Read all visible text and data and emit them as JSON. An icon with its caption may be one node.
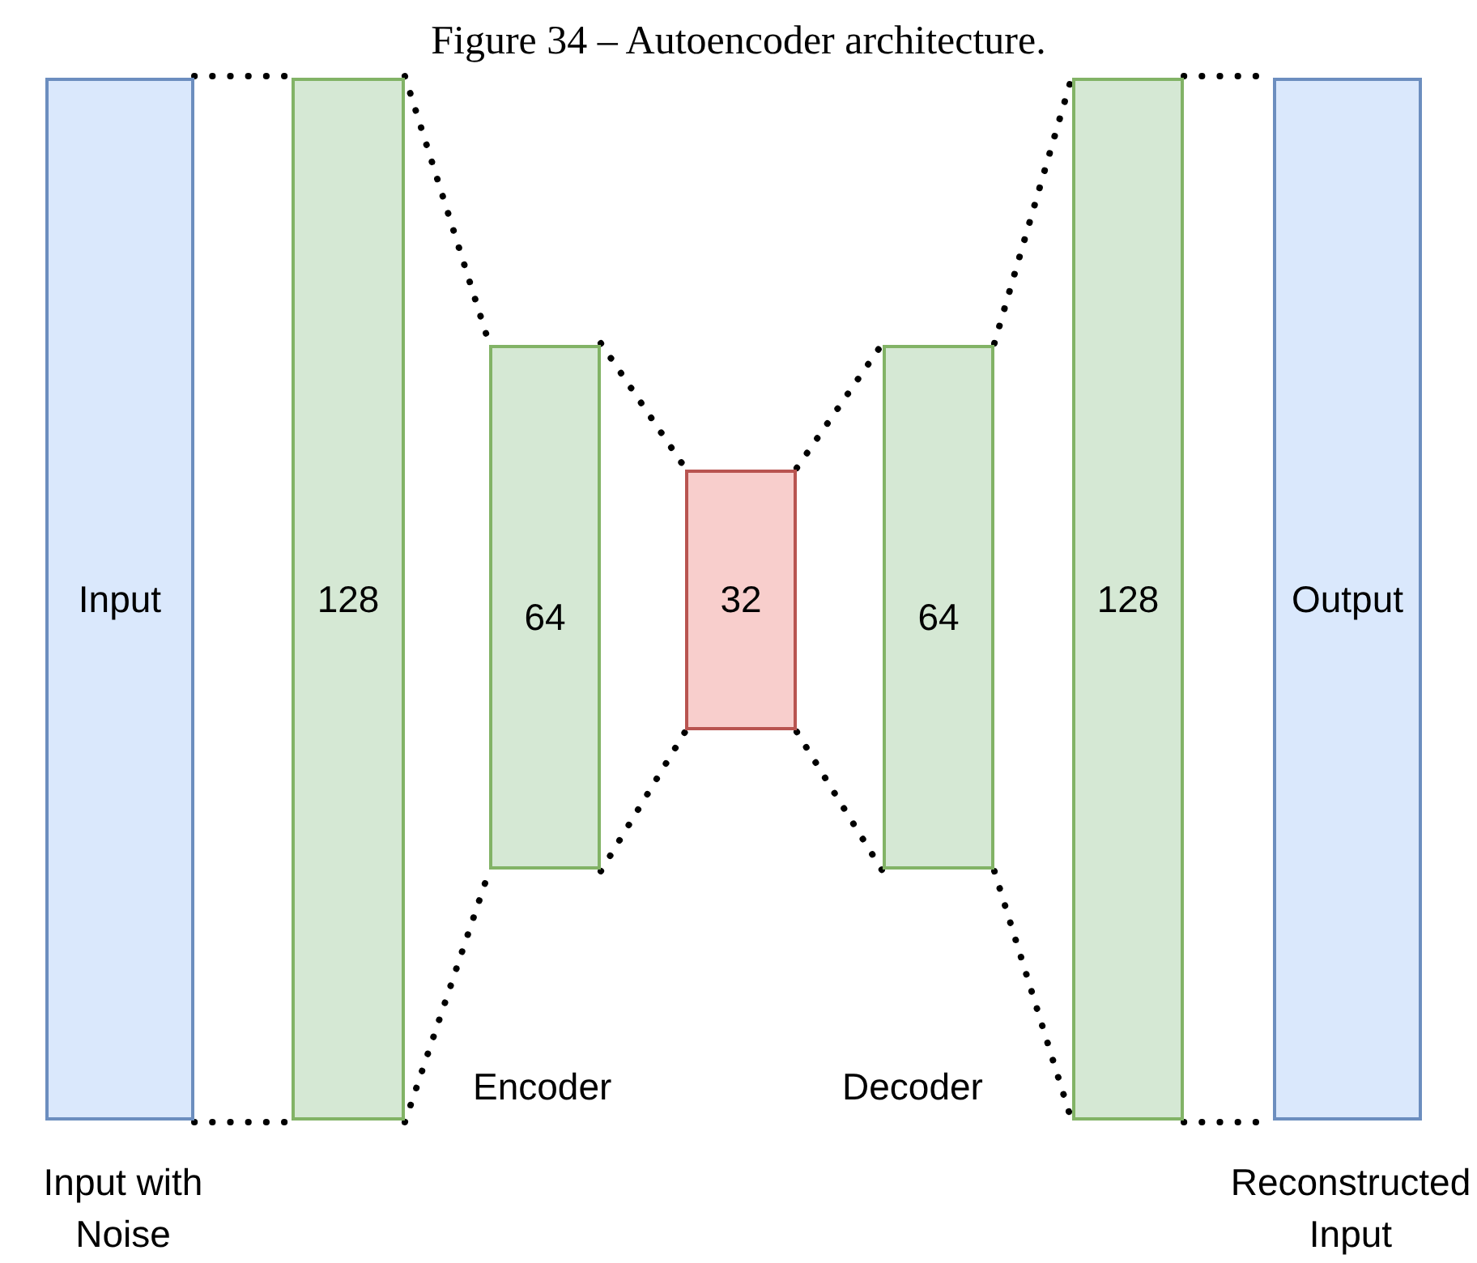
{
  "diagram": {
    "title": "Figure 34 – Autoencoder architecture.",
    "nodes": [
      {
        "text": [
          "Input"
        ],
        "beside": [
          "Input with Noise"
        ]
      },
      {
        "text": [
          "128"
        ]
      },
      {
        "text": [
          "64"
        ]
      },
      {
        "text": [
          "32"
        ]
      },
      {
        "text": [
          "64"
        ]
      },
      {
        "text": [
          "128"
        ]
      },
      {
        "text": [
          "Output"
        ],
        "beside": [
          "Reconstructed Input"
        ]
      }
    ],
    "edges": [
      {
        "from": 0,
        "to": 1,
        "arrow": "none",
        "style": "dashed"
      },
      {
        "from": 0,
        "to": 1,
        "arrow": "none",
        "style": "dashed"
      },
      {
        "from": 1,
        "to": 2,
        "arrow": "none",
        "style": "dashed"
      },
      {
        "from": 1,
        "to": 2,
        "arrow": "none",
        "style": "dashed"
      },
      {
        "from": 2,
        "to": 3,
        "arrow": "none",
        "style": "dashed"
      },
      {
        "from": 2,
        "to": 3,
        "arrow": "none",
        "style": "dashed"
      },
      {
        "from": 3,
        "to": 4,
        "arrow": "none",
        "style": "dashed"
      },
      {
        "from": 3,
        "to": 4,
        "arrow": "none",
        "style": "dashed"
      },
      {
        "from": 4,
        "to": 5,
        "arrow": "none",
        "style": "dashed"
      },
      {
        "from": 4,
        "to": 5,
        "arrow": "none",
        "style": "dashed"
      },
      {
        "from": 5,
        "to": 6,
        "arrow": "none",
        "style": "dashed"
      },
      {
        "from": 5,
        "to": 6,
        "arrow": "none",
        "style": "dashed"
      }
    ],
    "labels": [
      "Encoder",
      "Decoder"
    ]
  }
}
